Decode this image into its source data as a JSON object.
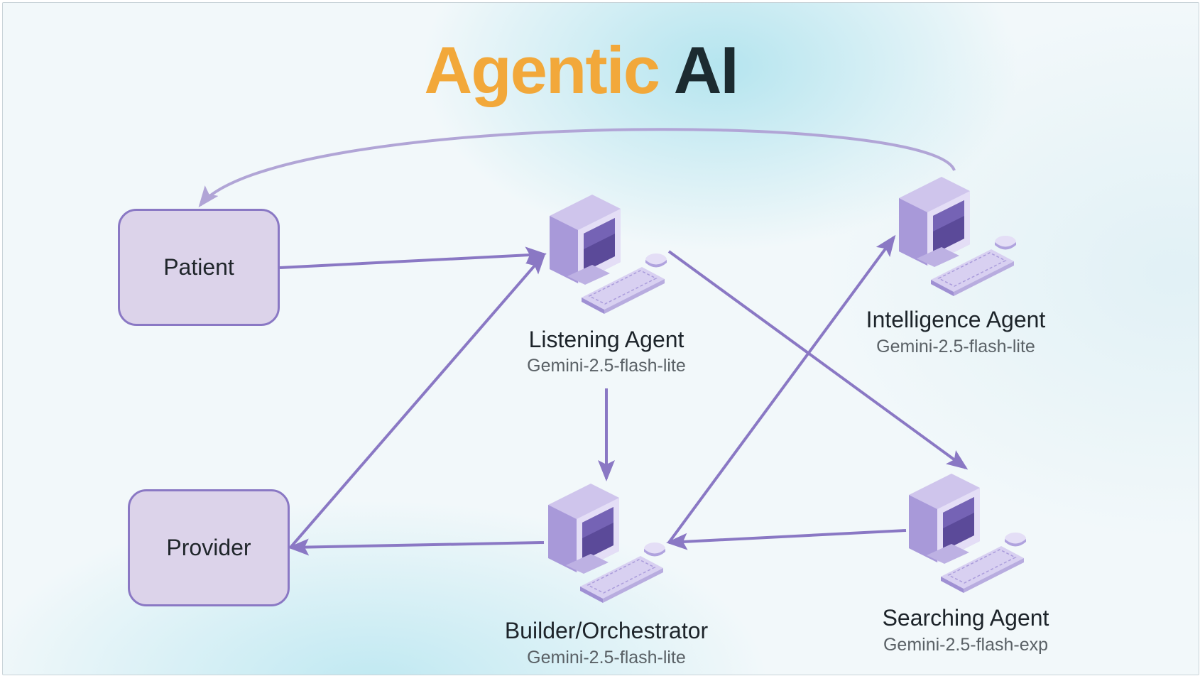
{
  "title": {
    "part1": "Agentic",
    "part2": "AI"
  },
  "nodes": {
    "patient": {
      "label": "Patient"
    },
    "provider": {
      "label": "Provider"
    },
    "listening": {
      "name": "Listening Agent",
      "model": "Gemini-2.5-flash-lite",
      "icon": "computer-icon"
    },
    "intelligence": {
      "name": "Intelligence Agent",
      "model": "Gemini-2.5-flash-lite",
      "icon": "computer-icon"
    },
    "builder": {
      "name": "Builder/Orchestrator",
      "model": "Gemini-2.5-flash-lite",
      "icon": "computer-icon"
    },
    "searching": {
      "name": "Searching Agent",
      "model": "Gemini-2.5-flash-exp",
      "icon": "computer-icon"
    }
  },
  "edges": [
    {
      "from": "patient",
      "to": "listening"
    },
    {
      "from": "listening",
      "to": "builder"
    },
    {
      "from": "listening",
      "to": "searching"
    },
    {
      "from": "searching",
      "to": "builder"
    },
    {
      "from": "builder",
      "to": "provider"
    },
    {
      "from": "provider",
      "to": "listening"
    },
    {
      "from": "builder",
      "to": "intelligence"
    },
    {
      "from": "intelligence",
      "to": "patient"
    }
  ],
  "colors": {
    "title_accent": "#f2a83a",
    "title_dark": "#1c2b30",
    "arrow": "#8a78c4",
    "node_fill": "#dcd3ea",
    "node_border": "#8a78c4",
    "screen": "#6b57a8"
  }
}
